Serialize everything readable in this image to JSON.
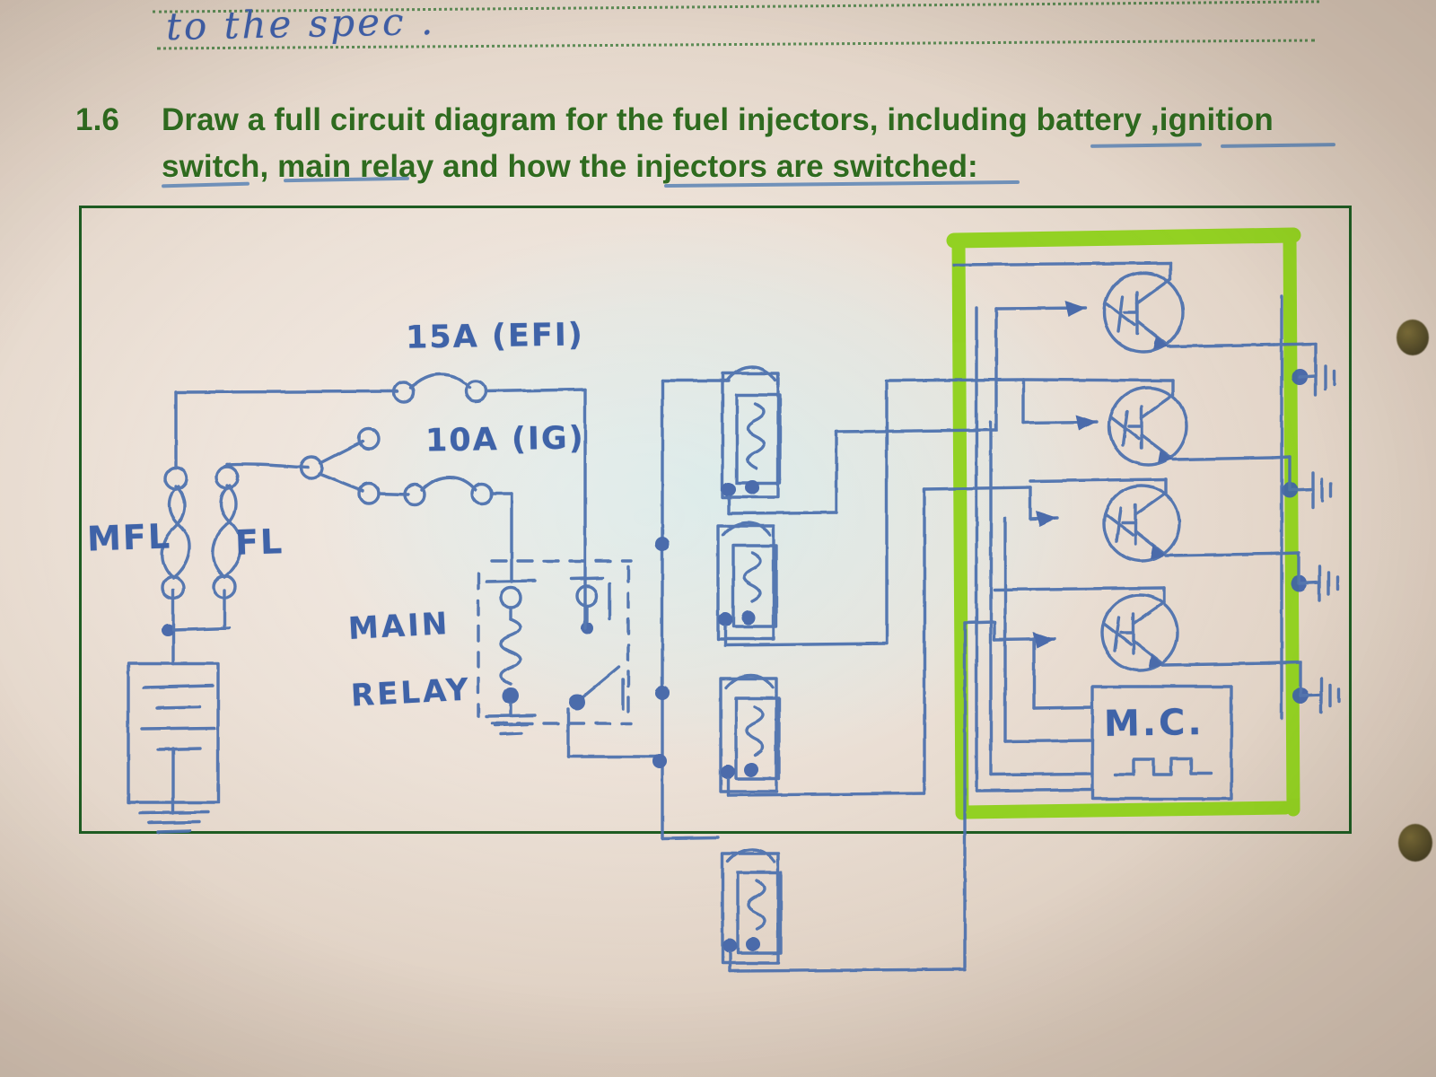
{
  "page": {
    "kind": "scanned-worksheet-photo",
    "handwriting_top": "to the spec .",
    "paper_color": "#ece1d7",
    "print_color": "#2f6b1f",
    "pen_color": "#3f63a8",
    "highlighter_color": "#8ed119",
    "box_border_color": "#1e5c22"
  },
  "question": {
    "number": "1.6",
    "text": "Draw a full circuit diagram for the fuel injectors, including battery ,ignition switch, main relay and how the injectors are switched:",
    "underlined_words": [
      "battery",
      "ignition",
      "switch",
      "main relay",
      "injectors are switched"
    ]
  },
  "diagram": {
    "title": "fuel injector circuit",
    "labels": {
      "fuse_efi": "15A (EFI)",
      "fuse_ig": "10A (IG)",
      "mfl": "MFL",
      "fl": "FL",
      "main_relay_line1": "MAIN",
      "main_relay_line2": "RELAY",
      "ecu": "M.C."
    },
    "components": [
      {
        "name": "battery",
        "type": "battery",
        "cells": 2
      },
      {
        "name": "main-fusible-link",
        "type": "fusible-link",
        "label": "MFL"
      },
      {
        "name": "fusible-link",
        "type": "fusible-link",
        "label": "FL"
      },
      {
        "name": "fuse-efi",
        "type": "fuse",
        "label": "15A (EFI)"
      },
      {
        "name": "fuse-ig",
        "type": "fuse",
        "label": "10A (IG)"
      },
      {
        "name": "ignition-switch",
        "type": "switch",
        "positions": 2
      },
      {
        "name": "main-relay",
        "type": "relay",
        "label": "MAIN RELAY"
      },
      {
        "name": "injector-1",
        "type": "solenoid-injector"
      },
      {
        "name": "injector-2",
        "type": "solenoid-injector"
      },
      {
        "name": "injector-3",
        "type": "solenoid-injector"
      },
      {
        "name": "injector-4",
        "type": "solenoid-injector"
      },
      {
        "name": "transistor-1",
        "type": "npn-transistor"
      },
      {
        "name": "transistor-2",
        "type": "npn-transistor"
      },
      {
        "name": "transistor-3",
        "type": "npn-transistor"
      },
      {
        "name": "transistor-4",
        "type": "npn-transistor"
      },
      {
        "name": "ecu",
        "type": "control-unit",
        "label": "M.C.",
        "symbol": "square-wave"
      },
      {
        "name": "ground-1",
        "type": "ground"
      },
      {
        "name": "ground-2",
        "type": "ground"
      },
      {
        "name": "ground-3",
        "type": "ground"
      },
      {
        "name": "ground-4",
        "type": "ground"
      },
      {
        "name": "battery-ground",
        "type": "ground"
      }
    ],
    "highlight": {
      "name": "ecu-section-highlight",
      "color": "#8ed119",
      "note": "green highlighter box around transistor / M.C. section"
    }
  }
}
